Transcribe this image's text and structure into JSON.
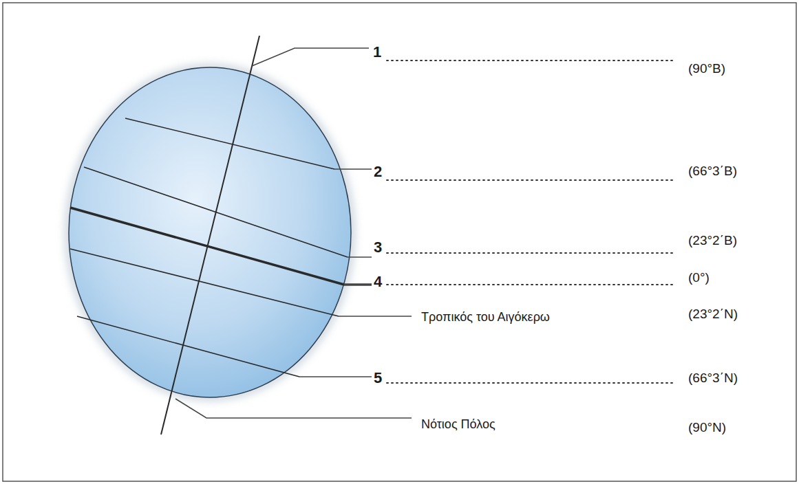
{
  "diagram": {
    "labels": [
      "1",
      "(90°Β)",
      "2",
      "(66°3΄Β)",
      "3",
      "(23°2΄Β)",
      "4",
      "(0°)",
      "Τροπικός του Αιγόκερω",
      "(23°2΄Ν)",
      "5",
      "(66°3΄Ν)",
      "Νότιος Πόλος",
      "(90°Ν)"
    ]
  }
}
